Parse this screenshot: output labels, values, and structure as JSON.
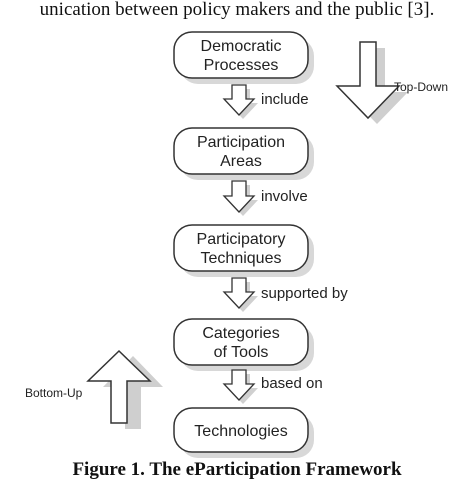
{
  "header_text": "unication between policy makers and the public [3].",
  "nodes": [
    {
      "lines": [
        "Democratic",
        "Processes"
      ]
    },
    {
      "lines": [
        "Participation",
        "Areas"
      ]
    },
    {
      "lines": [
        "Participatory",
        "Techniques"
      ]
    },
    {
      "lines": [
        "Categories",
        "of Tools"
      ]
    },
    {
      "lines": [
        "Technologies"
      ]
    }
  ],
  "edges": [
    "include",
    "involve",
    "supported by",
    "based on"
  ],
  "side_arrows": {
    "top_down": "Top-Down",
    "bottom_up": "Bottom-Up"
  },
  "caption": "Figure 1. The eParticipation Framework"
}
